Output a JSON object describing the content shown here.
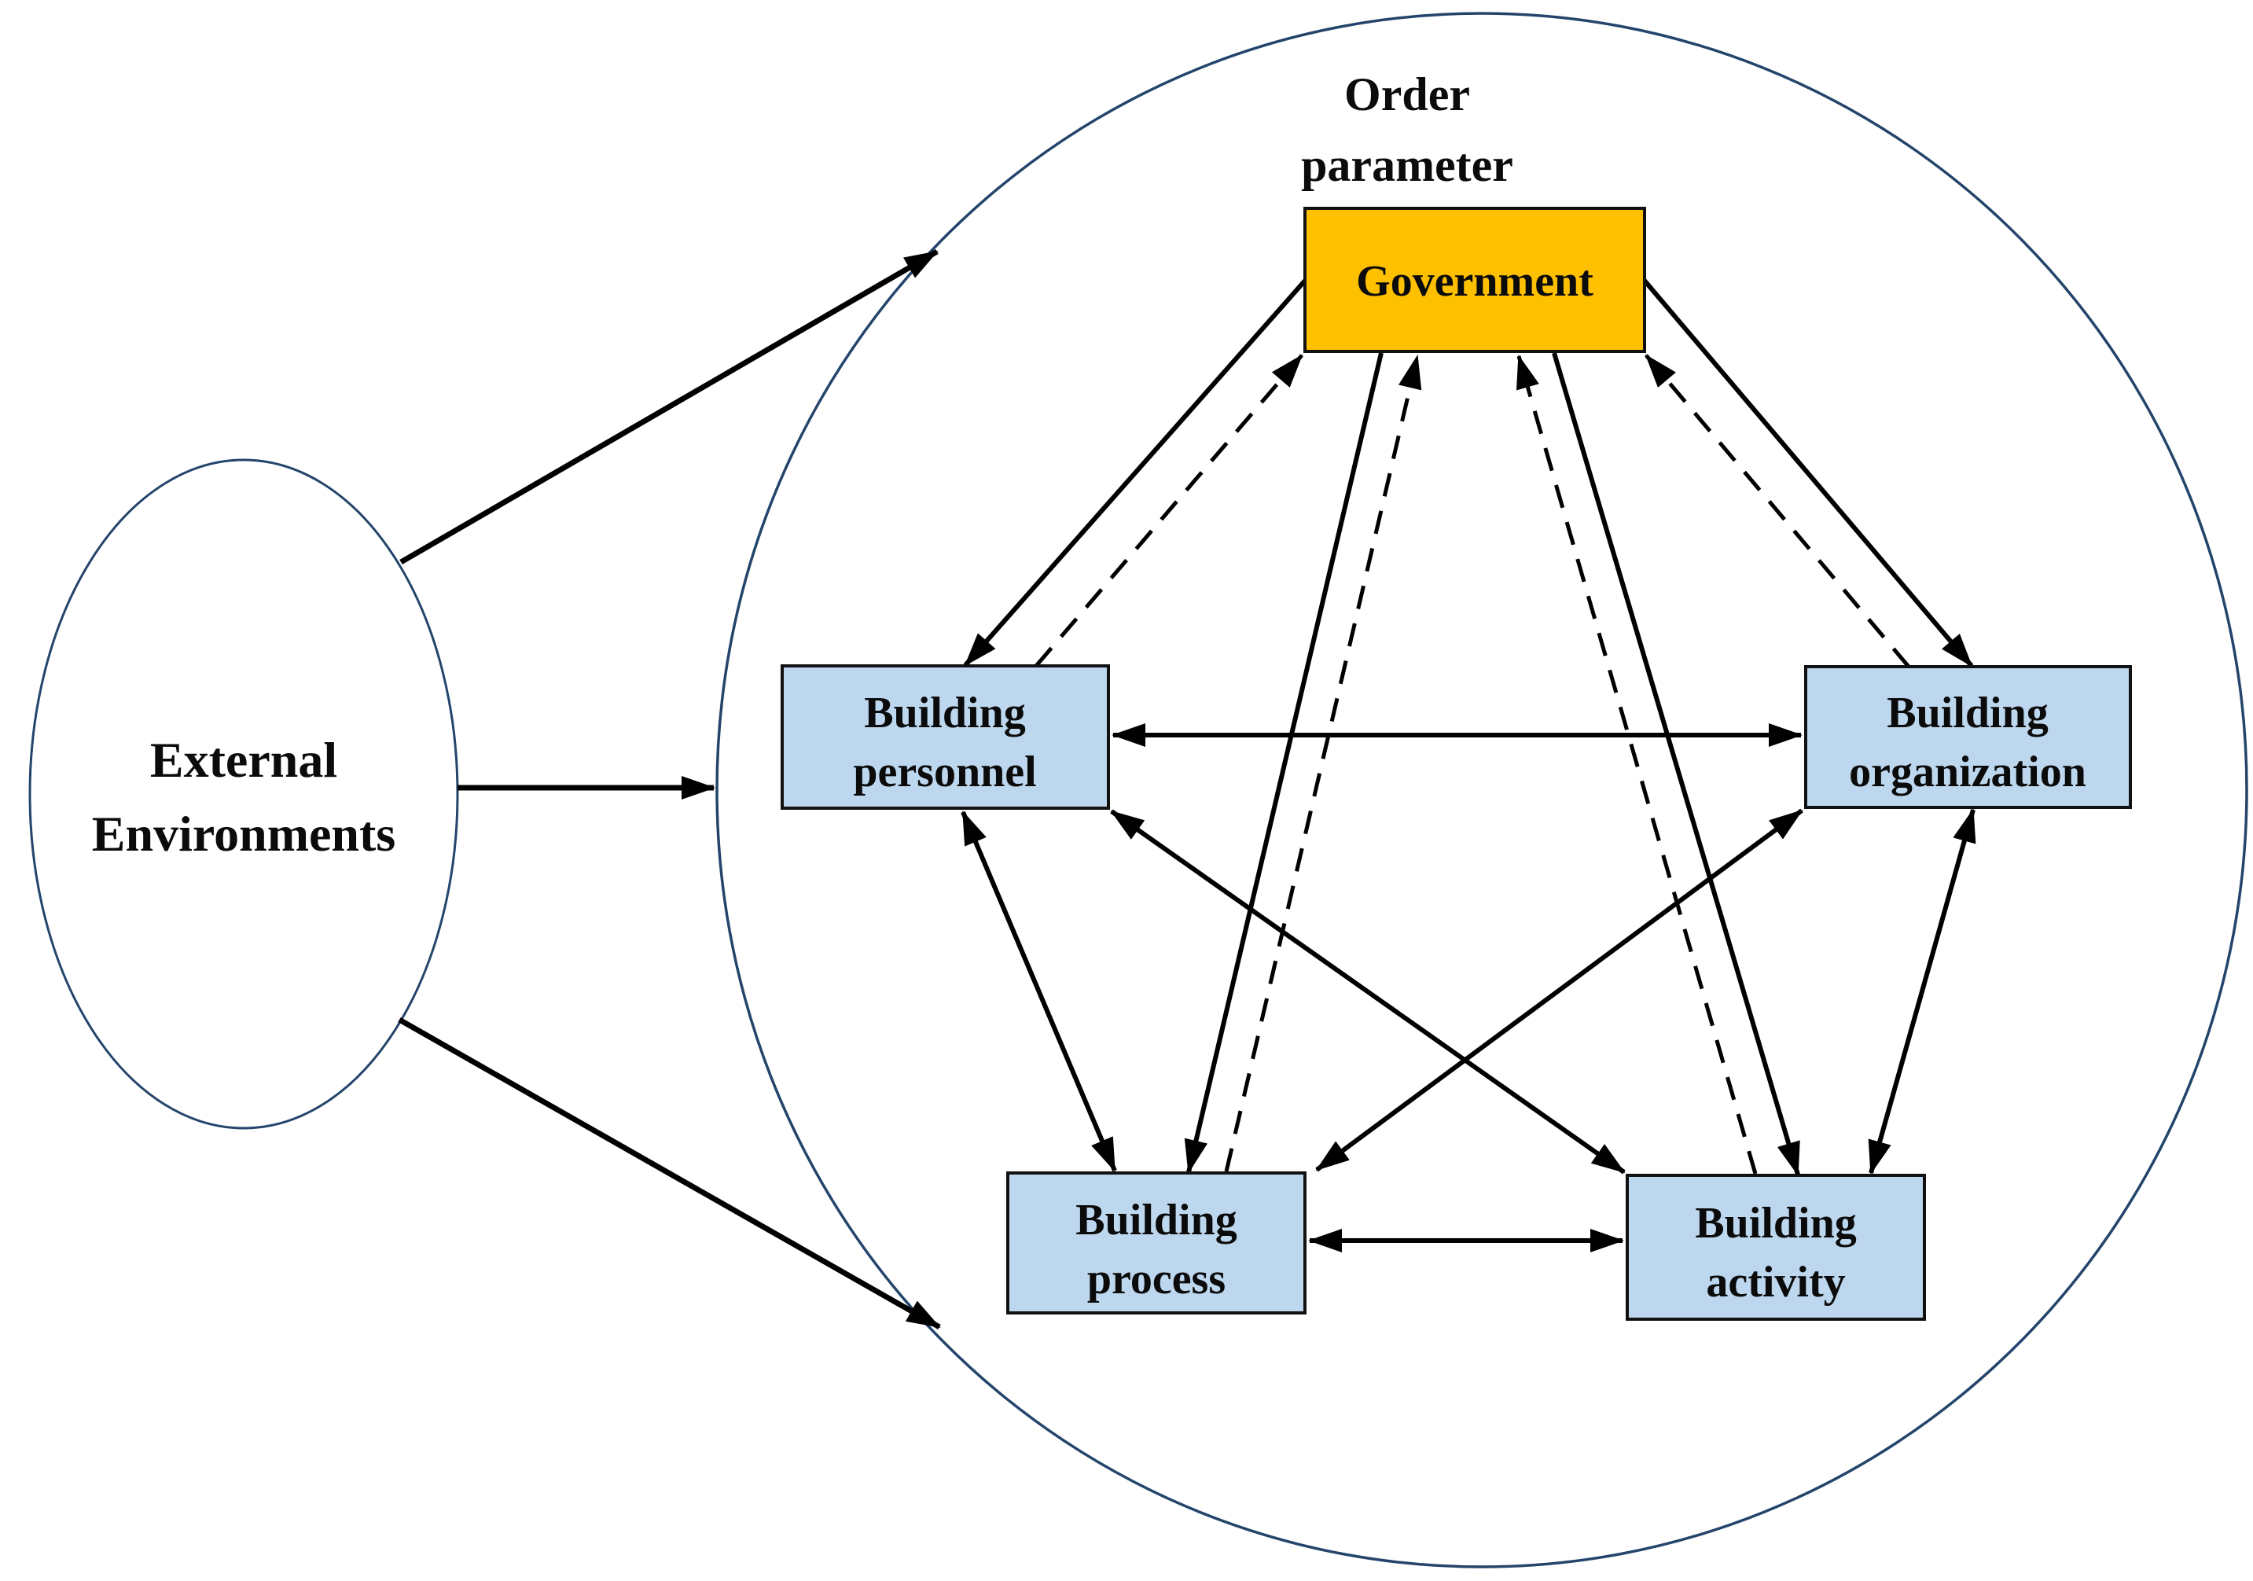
{
  "title": {
    "line1": "Order",
    "line2": "parameter"
  },
  "external": {
    "line1": "External",
    "line2": "Environments"
  },
  "government": {
    "label": "Government"
  },
  "boxes": {
    "personnel": {
      "line1": "Building",
      "line2": "personnel"
    },
    "organization": {
      "line1": "Building",
      "line2": "organization"
    },
    "process": {
      "line1": "Building",
      "line2": "process"
    },
    "activity": {
      "line1": "Building",
      "line2": "activity"
    }
  },
  "colors": {
    "government_fill": "#FFC000",
    "box_fill": "#BDD7EE",
    "outline_blue": "#24456B",
    "arrow_black": "#000000"
  },
  "connections": [
    {
      "from": "external-environments",
      "to": "system-circle",
      "style": "solid",
      "direction": "one-way",
      "position": "top"
    },
    {
      "from": "external-environments",
      "to": "system-circle",
      "style": "solid",
      "direction": "one-way",
      "position": "middle"
    },
    {
      "from": "external-environments",
      "to": "system-circle",
      "style": "solid",
      "direction": "one-way",
      "position": "bottom"
    },
    {
      "from": "government",
      "to": "building-personnel",
      "style": "solid",
      "direction": "one-way"
    },
    {
      "from": "building-personnel",
      "to": "government",
      "style": "dashed",
      "direction": "one-way"
    },
    {
      "from": "government",
      "to": "building-organization",
      "style": "solid",
      "direction": "one-way"
    },
    {
      "from": "building-organization",
      "to": "government",
      "style": "dashed",
      "direction": "one-way"
    },
    {
      "from": "government",
      "to": "building-process",
      "style": "solid",
      "direction": "one-way"
    },
    {
      "from": "building-process",
      "to": "government",
      "style": "dashed",
      "direction": "one-way"
    },
    {
      "from": "government",
      "to": "building-activity",
      "style": "solid",
      "direction": "one-way"
    },
    {
      "from": "building-activity",
      "to": "government",
      "style": "dashed",
      "direction": "one-way"
    },
    {
      "from": "building-personnel",
      "to": "building-organization",
      "style": "solid",
      "direction": "two-way"
    },
    {
      "from": "building-process",
      "to": "building-activity",
      "style": "solid",
      "direction": "two-way"
    },
    {
      "from": "building-personnel",
      "to": "building-process",
      "style": "solid",
      "direction": "two-way"
    },
    {
      "from": "building-organization",
      "to": "building-activity",
      "style": "solid",
      "direction": "two-way"
    },
    {
      "from": "building-personnel",
      "to": "building-activity",
      "style": "solid",
      "direction": "two-way"
    },
    {
      "from": "building-organization",
      "to": "building-process",
      "style": "solid",
      "direction": "two-way"
    }
  ]
}
